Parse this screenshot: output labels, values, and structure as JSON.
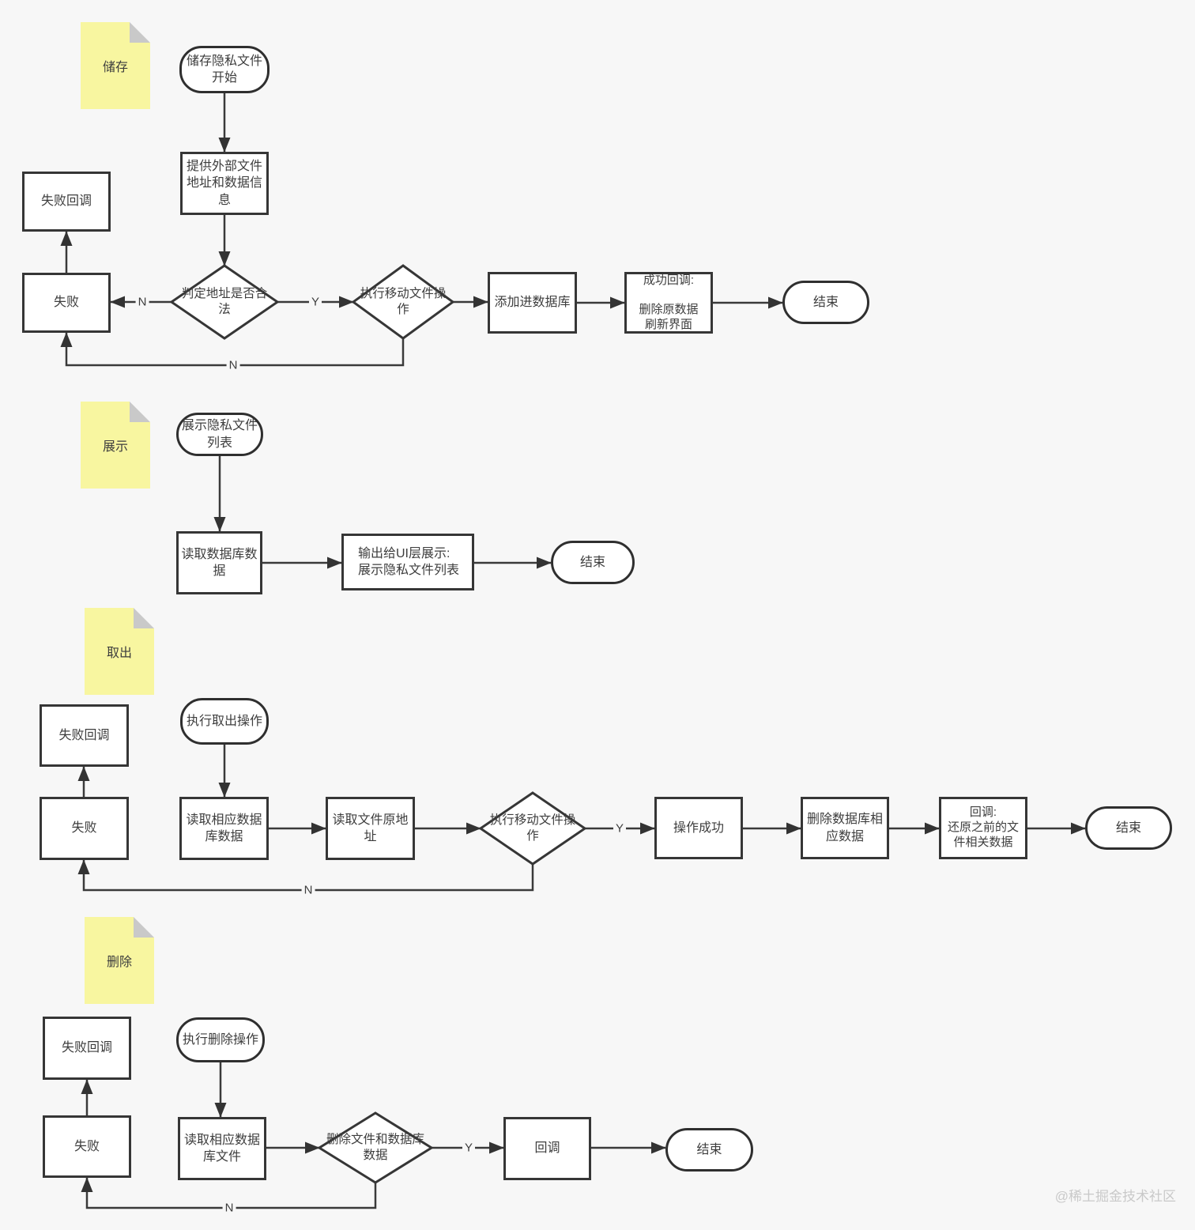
{
  "colors": {
    "background": "#f7f7f7",
    "shape_fill": "#ffffff",
    "shape_border": "#363636",
    "sticky_fill": "#f8f6a0",
    "sticky_fold": "#c9c9c9",
    "text": "#3d3d3d",
    "watermark": "#c9c9c9"
  },
  "edge_labels": {
    "yes": "Y",
    "no": "N"
  },
  "watermark": "@稀土掘金技术社区",
  "sections": {
    "store": {
      "sticky": "储存",
      "start": "储存隐私文件\n开始",
      "provide": "提供外部文件\n地址和数据信\n息",
      "fail_callback": "失败回调",
      "fail": "失败",
      "check_address": "判定地址是否合\n法",
      "move_file": "执行移动文件操\n作",
      "add_db": "添加进数据库",
      "success_callback": "成功回调:\n\n删除原数据\n刷新界面",
      "end": "结束"
    },
    "display": {
      "sticky": "展示",
      "start": "展示隐私文件\n列表",
      "read_db": "读取数据库数\n据",
      "output_ui": "输出给UI层展示:\n展示隐私文件列表",
      "end": "结束"
    },
    "retrieve": {
      "sticky": "取出",
      "start": "执行取出操作",
      "fail_callback": "失败回调",
      "fail": "失败",
      "read_db": "读取相应数据\n库数据",
      "read_addr": "读取文件原地\n址",
      "move_file": "执行移动文件操\n作",
      "success": "操作成功",
      "delete_db": "删除数据库相\n应数据",
      "callback": "回调:\n还原之前的文\n件相关数据",
      "end": "结束"
    },
    "delete": {
      "sticky": "删除",
      "start": "执行删除操作",
      "fail_callback": "失败回调",
      "fail": "失败",
      "read_file": "读取相应数据\n库文件",
      "delete_check": "删除文件和数据库\n数据",
      "callback": "回调",
      "end": "结束"
    }
  }
}
